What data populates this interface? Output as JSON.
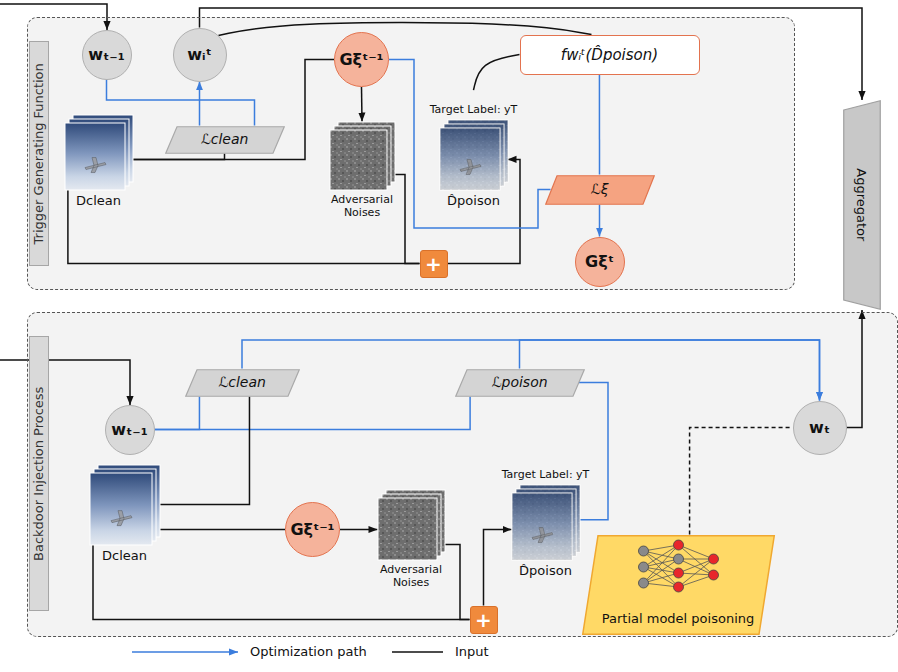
{
  "diagram": {
    "nodes": [
      {
        "text": [
          "Trigger Generating Function"
        ]
      },
      {
        "text": [
          "wₜ₋₁"
        ],
        "in": 0
      },
      {
        "text": [
          "wᵢᵗ"
        ],
        "in": 0
      },
      {
        "text": [
          "Gξᵗ⁻¹"
        ],
        "in": 0
      },
      {
        "text": [
          "fwᵢᵗ(D̂poison)"
        ],
        "in": 0
      },
      {
        "text": [
          "ℒclean"
        ],
        "in": 0
      },
      {
        "text": [
          "Dclean"
        ],
        "in": 0
      },
      {
        "text": [
          "Adversarial Noises"
        ],
        "in": 0
      },
      {
        "text": [
          "Target Label: yT",
          "D̂poison"
        ],
        "in": 0
      },
      {
        "text": [
          "ℒξ"
        ],
        "in": 0
      },
      {
        "text": [
          "Gξᵗ"
        ],
        "in": 0
      },
      {
        "text": [
          "+"
        ],
        "in": 0
      },
      {
        "text": [
          "Aggregator"
        ]
      },
      {
        "text": [
          "Backdoor Injection Process"
        ]
      },
      {
        "text": [
          "ℒclean"
        ],
        "in": 13
      },
      {
        "text": [
          "ℒpoison"
        ],
        "in": 13
      },
      {
        "text": [
          "wₜ₋₁"
        ],
        "in": 13
      },
      {
        "text": [
          "wₜ"
        ],
        "in": 13
      },
      {
        "text": [
          "Dclean"
        ],
        "in": 13
      },
      {
        "text": [
          "Gξᵗ⁻¹"
        ],
        "in": 13
      },
      {
        "text": [
          "Adversarial Noises"
        ],
        "in": 13
      },
      {
        "text": [
          "Target Label: yT",
          "D̂poison"
        ],
        "in": 13
      },
      {
        "text": [
          "Partial model poisoning"
        ],
        "in": 13
      },
      {
        "text": [
          "+"
        ],
        "in": 13
      }
    ],
    "edges": [
      {
        "from": 1,
        "to": 5,
        "arrow": "none"
      },
      {
        "from": 5,
        "to": 2,
        "arrow": "to"
      },
      {
        "from": 6,
        "to": 5,
        "arrow": "none"
      },
      {
        "from": 6,
        "to": 3,
        "arrow": "none"
      },
      {
        "from": 3,
        "to": 7,
        "arrow": "to"
      },
      {
        "from": 6,
        "to": 11,
        "arrow": "none"
      },
      {
        "from": 7,
        "to": 11,
        "arrow": "none"
      },
      {
        "from": 11,
        "to": 8,
        "arrow": "to"
      },
      {
        "from": 2,
        "to": 4,
        "arrow": "none"
      },
      {
        "from": 8,
        "to": 4,
        "arrow": "none"
      },
      {
        "from": 2,
        "to": 12,
        "arrow": "to"
      },
      {
        "from": 3,
        "to": 9,
        "arrow": "none"
      },
      {
        "from": 4,
        "to": 9,
        "arrow": "none"
      },
      {
        "from": 9,
        "to": 10,
        "arrow": "to"
      },
      {
        "from": 16,
        "to": 14,
        "arrow": "none"
      },
      {
        "from": 16,
        "to": 15,
        "arrow": "none"
      },
      {
        "from": 18,
        "to": 14,
        "arrow": "none"
      },
      {
        "from": 18,
        "to": 19,
        "arrow": "none"
      },
      {
        "from": 19,
        "to": 20,
        "arrow": "to"
      },
      {
        "from": 18,
        "to": 23,
        "arrow": "none"
      },
      {
        "from": 20,
        "to": 23,
        "arrow": "none"
      },
      {
        "from": 23,
        "to": 21,
        "arrow": "to"
      },
      {
        "from": 21,
        "to": 15,
        "arrow": "none"
      },
      {
        "from": 14,
        "to": 17,
        "arrow": "to"
      },
      {
        "from": 15,
        "to": 17,
        "arrow": "to"
      },
      {
        "from": 17,
        "to": 12,
        "arrow": "to"
      },
      {
        "from": 22,
        "to": 17,
        "arrow": "none"
      }
    ],
    "legend": [
      {
        "text": "Optimization path"
      },
      {
        "text": "Input"
      }
    ]
  }
}
